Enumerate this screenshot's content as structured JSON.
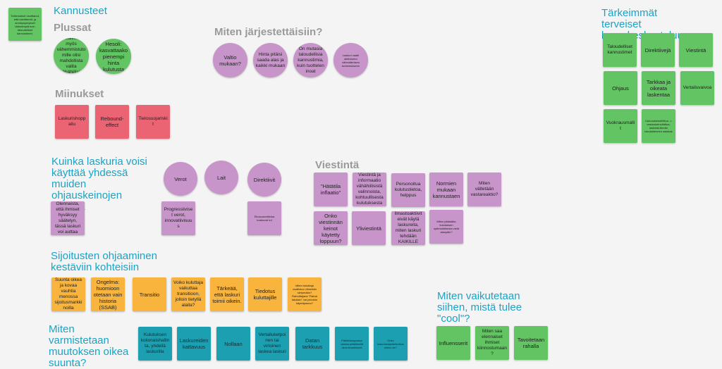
{
  "headings": {
    "kannusteet": "Kannusteet",
    "plussat": "Plussat",
    "miinukset": "Miinukset",
    "miten_jarjestettaisiin": "Miten järjestettäisiin?",
    "kuinka_laskuria": "Kuinka laskuria voisi käyttää yhdessä muiden ohjauskeinojen kanssa",
    "viestinta": "Viestintä",
    "sijoitusten": "Sijoitusten ohjaaminen kestäviin kohteisiin",
    "miten_varmistetaan": "Miten varmistetaan muutoksen oikea suunta?",
    "tarkeimmat": "Tärkeimmät terveiset loppukeskusteluun",
    "miten_vaikutetaan": "Miten vaikutetaan siihen, mistä tulee \"cool\"?"
  },
  "notes": {
    "top_left": "Tutkimukset osoittanut, että identiteetti- ja arvokysymykset tärkeämpiä kuin taloudelliset kannustimet.",
    "plus_1": "Jos halvin olisi kestävintä, myös vähemmistutomille olisi mahdollista valita vähähiilisiä valintoja",
    "plus_2": "Hesoli: kasvattaako pienempi hinta kulutusta",
    "minus_1": "Laskurishoppailu",
    "minus_2": "Rebound-effect",
    "minus_3": "Tietosuojariskit",
    "org_1": "Valtio mukaan?",
    "org_2": "Hinta pitäisi saada alas ja kaikki mukaan",
    "org_3": "On mutasia taloudellisia kannustimia, kuin tuottelen inoat",
    "org_4": "Laskuri vaatii aktiiviseen vähentämisen tuntemukseen",
    "tool_verot": "Verot",
    "tool_lait": "Lait",
    "tool_direktiivit": "Direktiivit",
    "tool_note_1": "Olennaista, että ihmiset hyväksyy säätelyn, tässä laskuri voi auttaa",
    "tool_note_2": "Progressiiviset verot, innovatiivisuus",
    "tool_note_3": "Ekosuunnittelua koskevat ird",
    "v_1": "\"Hätätila inflaatio\"",
    "v_2": "Viestintä ja informaatio vähähiilisistä valinnoista, kohtuullisesta kulutuksesta",
    "v_3": "Personoitua kulutustietoa, helppus",
    "v_4": "Normien mukaan kannustaen",
    "v_5": "Miten vältetään vastareaktio?",
    "v_6": "Onko viestinnän keinot käytetty loppuun?",
    "v_7": "Yliviestintä",
    "v_8": "Ilmastoaktiivit eivät käytä laskureita, miten laskuri tehdään KAIKILLE",
    "v_9": "Miten päästään kulutuksen optimointisesta vielä alaspäin?",
    "s_1": "Suunta oikea ja kovaa vauhtia menossa sijoitusmarkkinoilla",
    "s_2": "Ongelma: huomioon otetaan vain historia (SSAB)",
    "s_3": "Transitio",
    "s_4": "Voiko kuluttaja vaikuttaa transitioon, jolloin tietyllä alalla?",
    "s_5": "Tärkeää, että laskuri toimii oikein.",
    "s_6": "Tiedotus kuluttajille",
    "s_7": "Miten kuluttaja osallistuu viimeään siirtymään? Rahoittajana \"Rahat takaisin\" vai jotenkin käpeäpasuu?",
    "m_1": "Kulutuksen kokonaishallinta, yhdellä laskurilla",
    "m_2": "Laskureiden kattavuus",
    "m_3": "Nollaan",
    "m_4": "Vertailukelpoinen tai virtoinen laskea laskuri",
    "m_5": "Datan tarkkuus",
    "m_6": "Päästökaupassa vastaa päätöksillä demokraattisesti",
    "m_7": "Onko laskuriesitystekimitas simia ole?",
    "t_1": "Taloudelliset kannustimet",
    "t_2": "Direktiivejä",
    "t_3": "Viestintä",
    "t_4": "Ohjaus",
    "t_5": "Tarkkaa ja oikeata laskentaa",
    "t_6": "Vertailuvaivoa",
    "t_7": "Vuokrausmallit",
    "t_8": "Uuluuskeinoihtitua -> vastuukeinoihtitua, laskeskrännän lukulaidennen asiakas",
    "c_1": "Influensserit",
    "c_2": "Miten saa elennaiset ihmiset kiinnostumaan?",
    "c_3": "Tavoitetaan rahalla"
  }
}
